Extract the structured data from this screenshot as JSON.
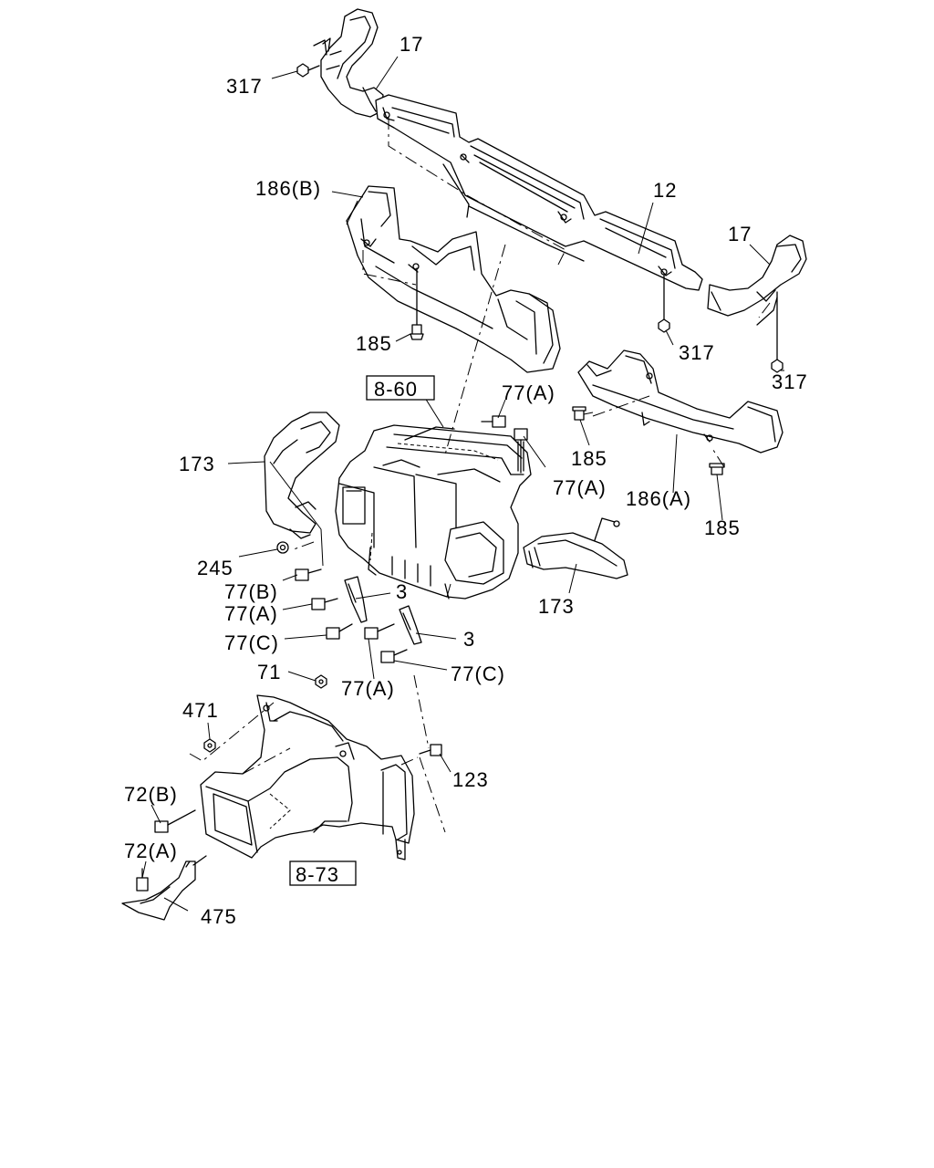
{
  "diagram": {
    "labels": {
      "l317_top": "317",
      "l17_top": "17",
      "l186b": "186(B)",
      "l12": "12",
      "l17_right": "17",
      "l185_left": "185",
      "l317_mid": "317",
      "l317_right": "317",
      "l860": "8-60",
      "l77a_top": "77(A)",
      "l77a_right": "77(A)",
      "l185_mid": "185",
      "l173_left": "173",
      "l186a": "186(A)",
      "l185_bottom": "185",
      "l245": "245",
      "l77b": "77(B)",
      "l77a_mid": "77(A)",
      "l3_upper": "3",
      "l77c_left": "77(C)",
      "l3_lower": "3",
      "l173_right": "173",
      "l71": "71",
      "l77a_low": "77(A)",
      "l77c_right": "77(C)",
      "l471": "471",
      "l123": "123",
      "l72b": "72(B)",
      "l72a": "72(A)",
      "l873": "8-73",
      "l475": "475"
    }
  }
}
